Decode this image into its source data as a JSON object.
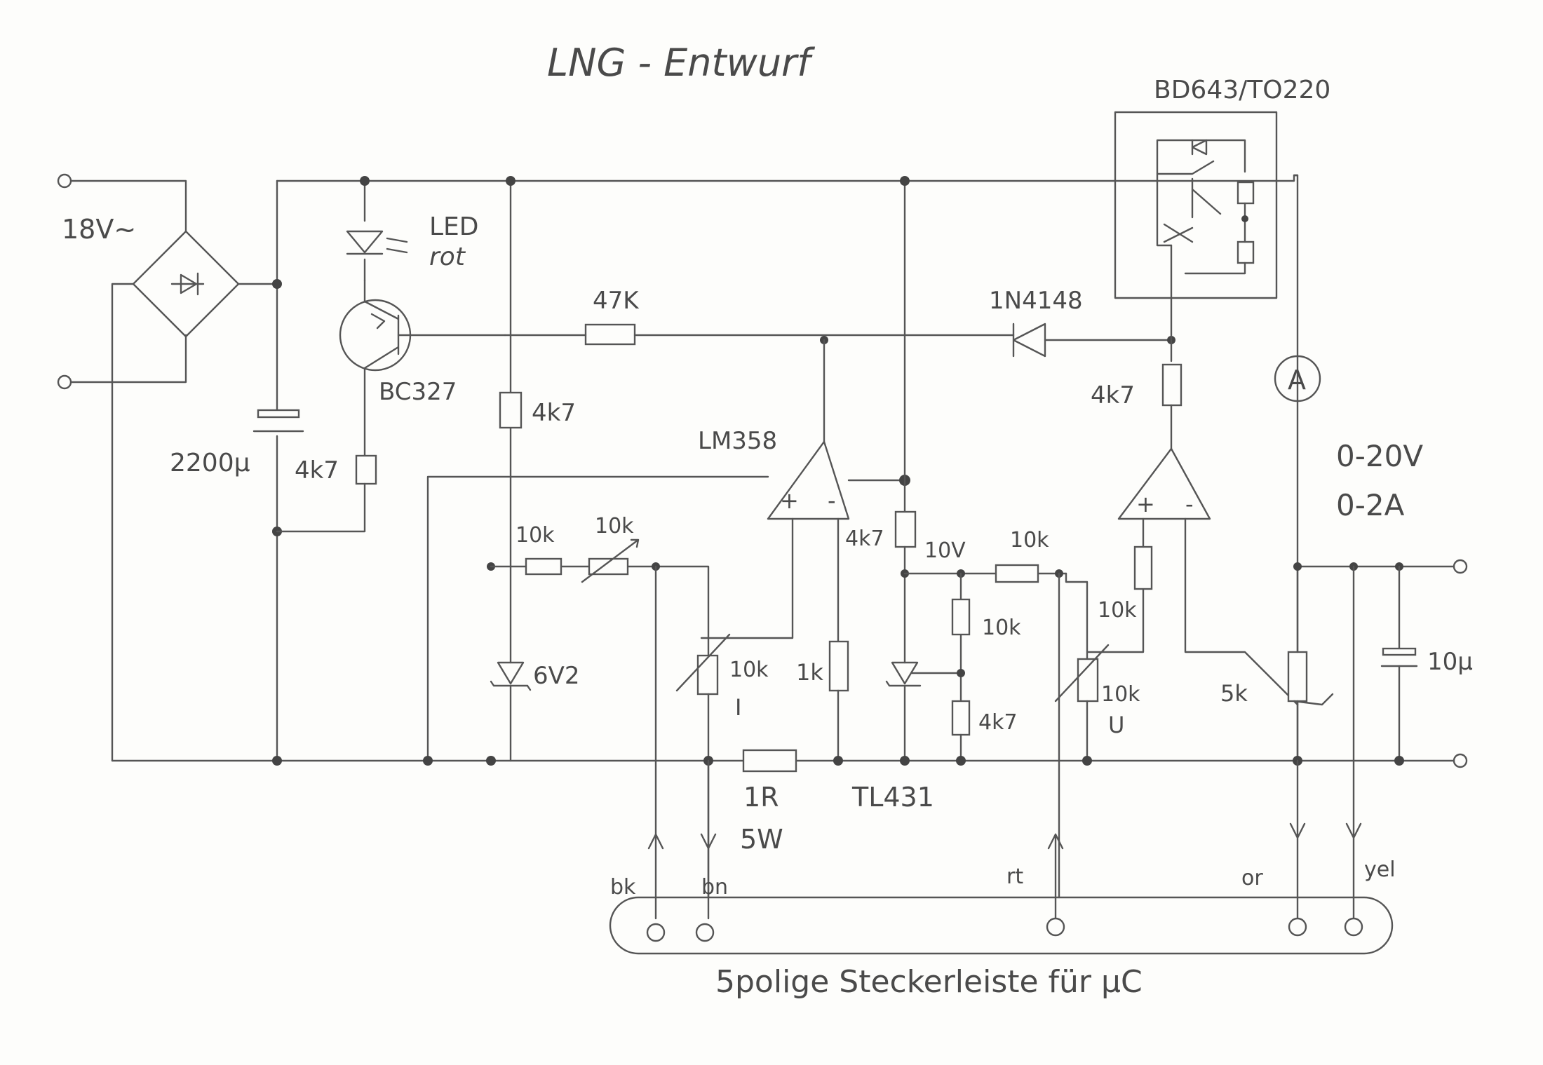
{
  "title": "LNG - Entwurf",
  "labels": {
    "input_ac": "18V~",
    "cap_main": "2200µ",
    "led": "LED",
    "led_color": "rot",
    "transistor": "BC327",
    "r_base": "4k7",
    "r_chain": "4k7",
    "r_47k": "47K",
    "diode": "1N4148",
    "power_transistor": "BD643/TO220",
    "r_driver": "4k7",
    "opamp_left": "LM358",
    "r_ref_a": "10k",
    "pot_ref": "10k",
    "zener": "6V2",
    "pot_i": "10k",
    "pot_i_name": "I",
    "r_1k": "1k",
    "r_tl431": "4k7",
    "ref_voltage": "10V",
    "r_10k_top": "10k",
    "r_10k_vert": "10k",
    "r_4k7_bottom": "4k7",
    "pot_u": "10k",
    "pot_u_name": "U",
    "r_10k_u": "10k",
    "r_shunt": "1R",
    "r_shunt_power": "5W",
    "tl431": "TL431",
    "pot_5k": "5k",
    "ammeter": "A",
    "output_voltage": "0-20V",
    "output_current": "0-2A",
    "cap_out": "10µ",
    "wire_bk": "bk",
    "wire_bn": "bn",
    "wire_rt": "rt",
    "wire_or": "or",
    "wire_yel": "yel",
    "connector": "5polige Steckerleiste für µC"
  }
}
